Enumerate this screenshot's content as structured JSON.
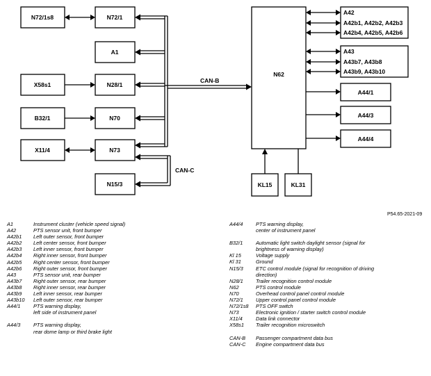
{
  "diagram": {
    "boxes": {
      "n72_1s8": "N72/1s8",
      "n72_1": "N72/1",
      "a1": "A1",
      "x58s1": "X58s1",
      "n28_1": "N28/1",
      "b32_1": "B32/1",
      "n70": "N70",
      "x11_4": "X11/4",
      "n73": "N73",
      "n15_3": "N15/3",
      "n62": "N62",
      "kl15": "KL15",
      "kl31": "KL31",
      "a42_title": "A42",
      "a42_line1": "A42b1, A42b2, A42b3",
      "a42_line2": "A42b4, A42b5, A42b6",
      "a43_title": "A43",
      "a43_line1": "A43b7, A43b8",
      "a43_line2": "A43b9, A43b10",
      "a44_1": "A44/1",
      "a44_3": "A44/3",
      "a44_4": "A44/4"
    },
    "bus_labels": {
      "can_b": "CAN-B",
      "can_c": "CAN-C"
    }
  },
  "figure_ref": "P54.65-2021-09",
  "legend_left": [
    {
      "code": "A1",
      "desc": "Instrument cluster (vehicle speed signal)"
    },
    {
      "code": "A42",
      "desc": "PTS sensor unit, front bumper"
    },
    {
      "code": "A42b1",
      "desc": "Left outer sensor, front bumper"
    },
    {
      "code": "A42b2",
      "desc": "Left center sensor, front bumper"
    },
    {
      "code": "A42b3",
      "desc": "Left inner sensor, front bumper"
    },
    {
      "code": "A42b4",
      "desc": "Right inner sensor, front bumper"
    },
    {
      "code": "A42b5",
      "desc": "Right center sensor, front bumper"
    },
    {
      "code": "A42b6",
      "desc": "Right outer sensor, front bumper"
    },
    {
      "code": "A43",
      "desc": "PTS sensor unit, rear bumper"
    },
    {
      "code": "A43b7",
      "desc": "Right outer sensor, rear bumper"
    },
    {
      "code": "A43b8",
      "desc": "Right inner sensor, rear bumper"
    },
    {
      "code": "A43b9",
      "desc": "Left inner sensor, rear bumper"
    },
    {
      "code": "A43b10",
      "desc": "Left outer sensor, rear bumper"
    },
    {
      "code": "A44/1",
      "desc": "PTS warning display,",
      "desc2": "left side of instrument panel"
    },
    {
      "code": "A44/3",
      "desc": "PTS warning display,",
      "desc2": "rear dome lamp or third brake light",
      "gap": true
    }
  ],
  "legend_right": [
    {
      "code": "A44/4",
      "desc": "PTS warning display,",
      "desc2": "center of instrument panel"
    },
    {
      "code": "B32/1",
      "desc": "Automatic light switch daylight sensor (signal for",
      "desc2": "brightness of warning display)",
      "gap": true
    },
    {
      "code": "Kl 15",
      "desc": "Voltage supply"
    },
    {
      "code": "Kl 31",
      "desc": "Ground"
    },
    {
      "code": "N15/3",
      "desc": "ETC control module (signal for recognition of driving",
      "desc2": "direction)"
    },
    {
      "code": "N28/1",
      "desc": "Trailer recognition control module"
    },
    {
      "code": "N62",
      "desc": "PTS control module"
    },
    {
      "code": "N70",
      "desc": "Overhead control panel control module"
    },
    {
      "code": "N72/1",
      "desc": "Upper control panel control module"
    },
    {
      "code": "N72/1s8",
      "desc": "PTS OFF switch"
    },
    {
      "code": "N73",
      "desc": "Electronic ignition / starter switch control module"
    },
    {
      "code": "X11/4",
      "desc": "Data link connector"
    },
    {
      "code": "X58s1",
      "desc": "Trailer recognition microswitch"
    },
    {
      "code": "CAN-B",
      "desc": "Passenger compartment data bus",
      "gap": true
    },
    {
      "code": "CAN-C",
      "desc": "Engine compartment data bus"
    }
  ]
}
